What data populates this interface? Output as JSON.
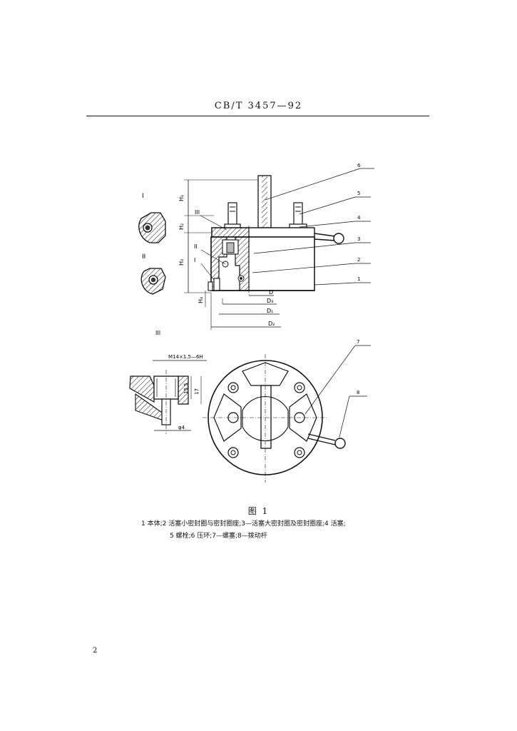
{
  "header": {
    "standard": "CB/T 3457—92"
  },
  "figure": {
    "caption": "图 1",
    "legend_line1": "1  本体;2  活塞小密封圈与密封圈座;3—活塞大密封圈及密封圈座;4  活塞;",
    "legend_line2": "5  螺栓;6  压环;7—螺塞;8—拨动杆",
    "views": {
      "detail_1": "I",
      "detail_2": "II",
      "detail_3": "III"
    },
    "dimensions": {
      "H1": "H₁",
      "H2": "H₂",
      "H3": "H₃",
      "H4": "H₄",
      "D": "D",
      "D1": "D₁",
      "D2": "D₂",
      "D3": "D₃",
      "thread": "M14×1.5—6H",
      "depth": "15.5",
      "length": "17",
      "dia": "φ4"
    },
    "callouts": [
      "6",
      "5",
      "4",
      "3",
      "2",
      "1",
      "7",
      "8"
    ],
    "detail_marks": [
      "I",
      "II",
      "III"
    ]
  },
  "page": {
    "number": "2"
  }
}
